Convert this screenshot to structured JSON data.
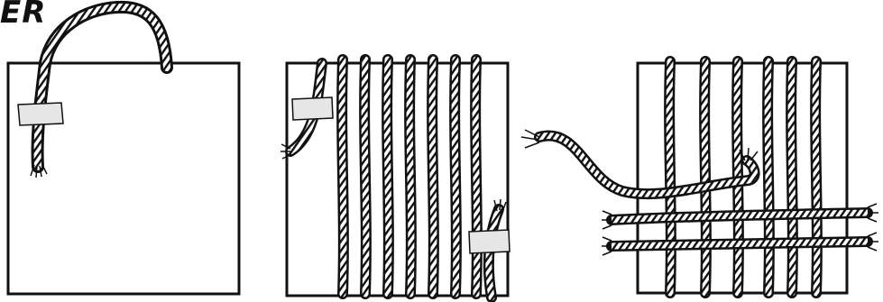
{
  "heading": {
    "text": "ER"
  },
  "panels": [
    {
      "name": "step-1",
      "description_icon": "loom-board-single-warp-icon"
    },
    {
      "name": "step-2",
      "description_icon": "loom-board-wrapped-warps-icon"
    },
    {
      "name": "step-3",
      "description_icon": "loom-board-weaving-weft-icon"
    }
  ],
  "colors": {
    "ink": "#111111",
    "board": "#ffffff",
    "tape": "#e6e6e6"
  }
}
